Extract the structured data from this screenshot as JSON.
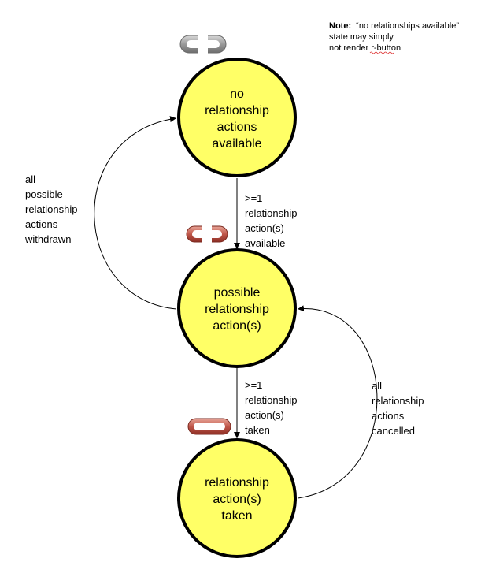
{
  "note": {
    "heading": "Note:",
    "lines": [
      "“no relationships available”",
      "state may simply",
      "not render r-button"
    ]
  },
  "states": [
    {
      "id": "no-actions",
      "lines": [
        "no",
        "relationship",
        "actions",
        "available"
      ],
      "fill": "#ffff66",
      "icon_state": "disabled"
    },
    {
      "id": "possible-actions",
      "lines": [
        "possible",
        "relationship",
        "action(s)"
      ],
      "fill": "#ffff66",
      "icon_state": "available"
    },
    {
      "id": "actions-taken",
      "lines": [
        "relationship",
        "action(s)",
        "taken"
      ],
      "fill": "#ffff66",
      "icon_state": "taken"
    }
  ],
  "transitions": [
    {
      "id": "to-possible",
      "from": "no-actions",
      "to": "possible-actions",
      "lines": [
        ">=1",
        "relationship",
        "action(s)",
        "available"
      ]
    },
    {
      "id": "to-taken",
      "from": "possible-actions",
      "to": "actions-taken",
      "lines": [
        ">=1",
        "relationship",
        "action(s)",
        "taken"
      ]
    },
    {
      "id": "withdrawn",
      "from": "possible-actions",
      "to": "no-actions",
      "lines": [
        "all",
        "possible",
        "relationship",
        "actions",
        "withdrawn"
      ]
    },
    {
      "id": "cancelled",
      "from": "actions-taken",
      "to": "possible-actions",
      "lines": [
        "all",
        "relationship",
        "actions",
        "cancelled"
      ]
    }
  ],
  "icons": [
    {
      "name": "link-icon-gray",
      "state": "disabled"
    },
    {
      "name": "link-icon-red",
      "state": "available"
    },
    {
      "name": "link-icon-red-filled",
      "state": "taken"
    }
  ],
  "colors": {
    "state_fill": "#ffff66",
    "stroke": "#000000",
    "icon_gray": "#8a8a8a",
    "icon_red": "#b84a3c"
  }
}
